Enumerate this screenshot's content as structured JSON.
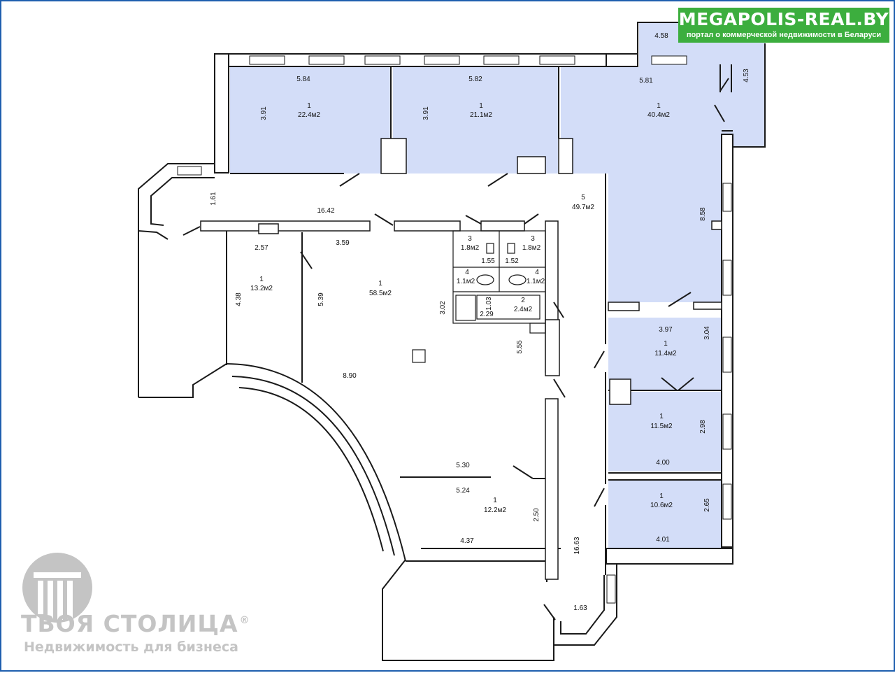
{
  "banner": {
    "title": "MEGAPOLIS-REAL.BY",
    "subtitle": "портал о коммерческой недвижимости в Беларуси"
  },
  "logo": {
    "name": "ТВОЯ СТОЛИЦА",
    "registered": "®",
    "tagline": "Недвижимость для бизнеса"
  },
  "colors": {
    "highlight": "#d3ddf8",
    "banner_green": "#3cae3e",
    "frame_blue": "#1f5fae",
    "logo_gray": "#c4c4c4"
  },
  "rooms": [
    {
      "id": "room-22-4",
      "number": "1",
      "area": "22.4м2",
      "highlighted": true
    },
    {
      "id": "room-21-1",
      "number": "1",
      "area": "21.1м2",
      "highlighted": true
    },
    {
      "id": "room-40-4",
      "number": "1",
      "area": "40.4м2",
      "highlighted": true
    },
    {
      "id": "room-49-7",
      "number": "5",
      "area": "49.7м2",
      "highlighted": true
    },
    {
      "id": "room-13-2",
      "number": "1",
      "area": "13.2м2",
      "highlighted": false
    },
    {
      "id": "room-58-5",
      "number": "1",
      "area": "58.5м2",
      "highlighted": false
    },
    {
      "id": "room-1-8-a",
      "number": "3",
      "area": "1.8м2",
      "highlighted": false
    },
    {
      "id": "room-1-8-b",
      "number": "3",
      "area": "1.8м2",
      "highlighted": false
    },
    {
      "id": "room-1-1-a",
      "number": "4",
      "area": "1.1м2",
      "highlighted": false
    },
    {
      "id": "room-1-1-b",
      "number": "4",
      "area": "1.1м2",
      "highlighted": false
    },
    {
      "id": "room-2-4",
      "number": "2",
      "area": "2.4м2",
      "highlighted": false
    },
    {
      "id": "room-11-4",
      "number": "1",
      "area": "11.4м2",
      "highlighted": true
    },
    {
      "id": "room-11-5",
      "number": "1",
      "area": "11.5м2",
      "highlighted": true
    },
    {
      "id": "room-10-6",
      "number": "1",
      "area": "10.6м2",
      "highlighted": true
    },
    {
      "id": "room-12-2",
      "number": "1",
      "area": "12.2м2",
      "highlighted": false
    }
  ],
  "dimensions": [
    "5.84",
    "5.82",
    "5.81",
    "4.58",
    "4.53",
    "3.91",
    "3.91",
    "1.61",
    "16.42",
    "8.58",
    "2.57",
    "3.59",
    "4.38",
    "5.39",
    "1.55",
    "1.52",
    "3.02",
    "1.03",
    "2.29",
    "5.55",
    "8.90",
    "3.97",
    "3.04",
    "2.98",
    "4.00",
    "2.65",
    "4.01",
    "5.30",
    "5.24",
    "2.50",
    "4.37",
    "16.63",
    "1.63"
  ]
}
